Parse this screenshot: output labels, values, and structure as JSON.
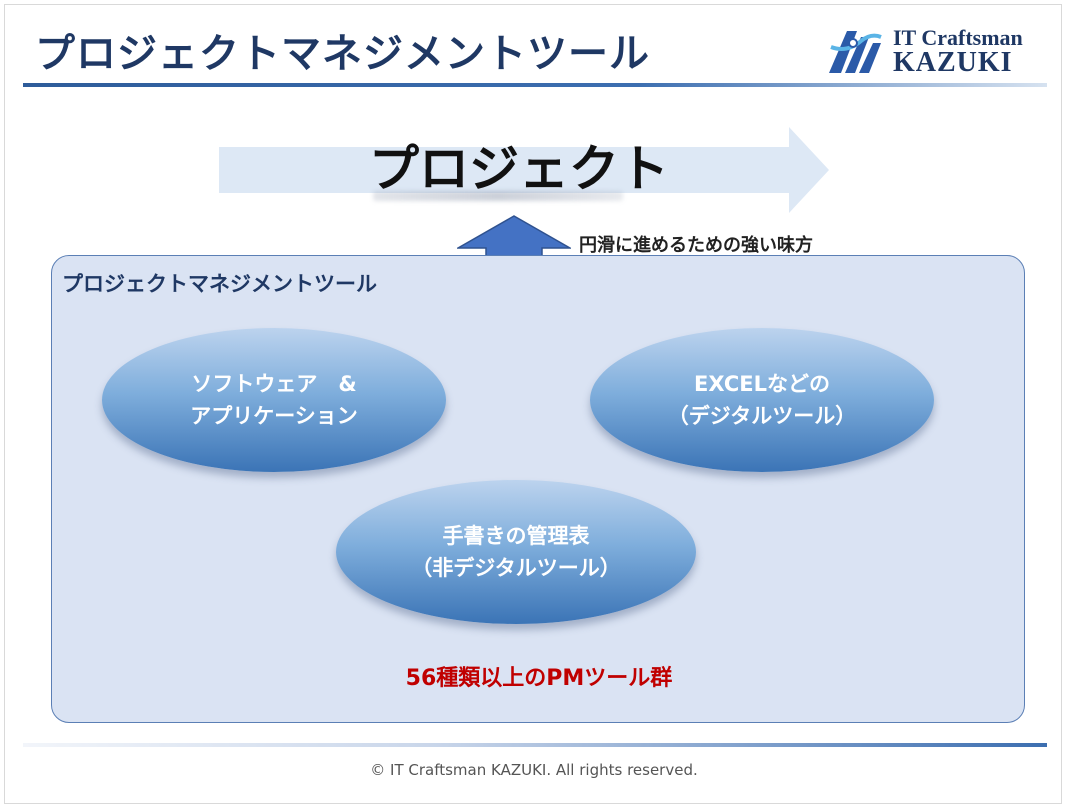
{
  "header": {
    "title": "プロジェクトマネジメントツール",
    "logo": {
      "line1": "IT Craftsman",
      "line2": "KAZUKI",
      "icon": "craftsman-logo-icon"
    }
  },
  "project": {
    "title": "プロジェクト",
    "support_text": "円滑に進めるための強い味方"
  },
  "tools_panel": {
    "label": "プロジェクトマネジメントツール",
    "tools": [
      {
        "line1": "ソフトウェア　&",
        "line2": "アプリケーション"
      },
      {
        "line1": "EXCELなどの",
        "line2": "（デジタルツール）"
      },
      {
        "line1": "手書きの管理表",
        "line2": "（非デジタルツール）"
      }
    ],
    "count_text": "56種類以上のPMツール群"
  },
  "footer": {
    "copyright": "© IT Craftsman KAZUKI. All rights reserved."
  },
  "colors": {
    "title": "#1f3864",
    "accent": "#3c6eb0",
    "panel_bg": "#dae3f3",
    "arrow_up": "#4472c4",
    "arrow_right": "#dde8f5",
    "count_red": "#c00000"
  }
}
